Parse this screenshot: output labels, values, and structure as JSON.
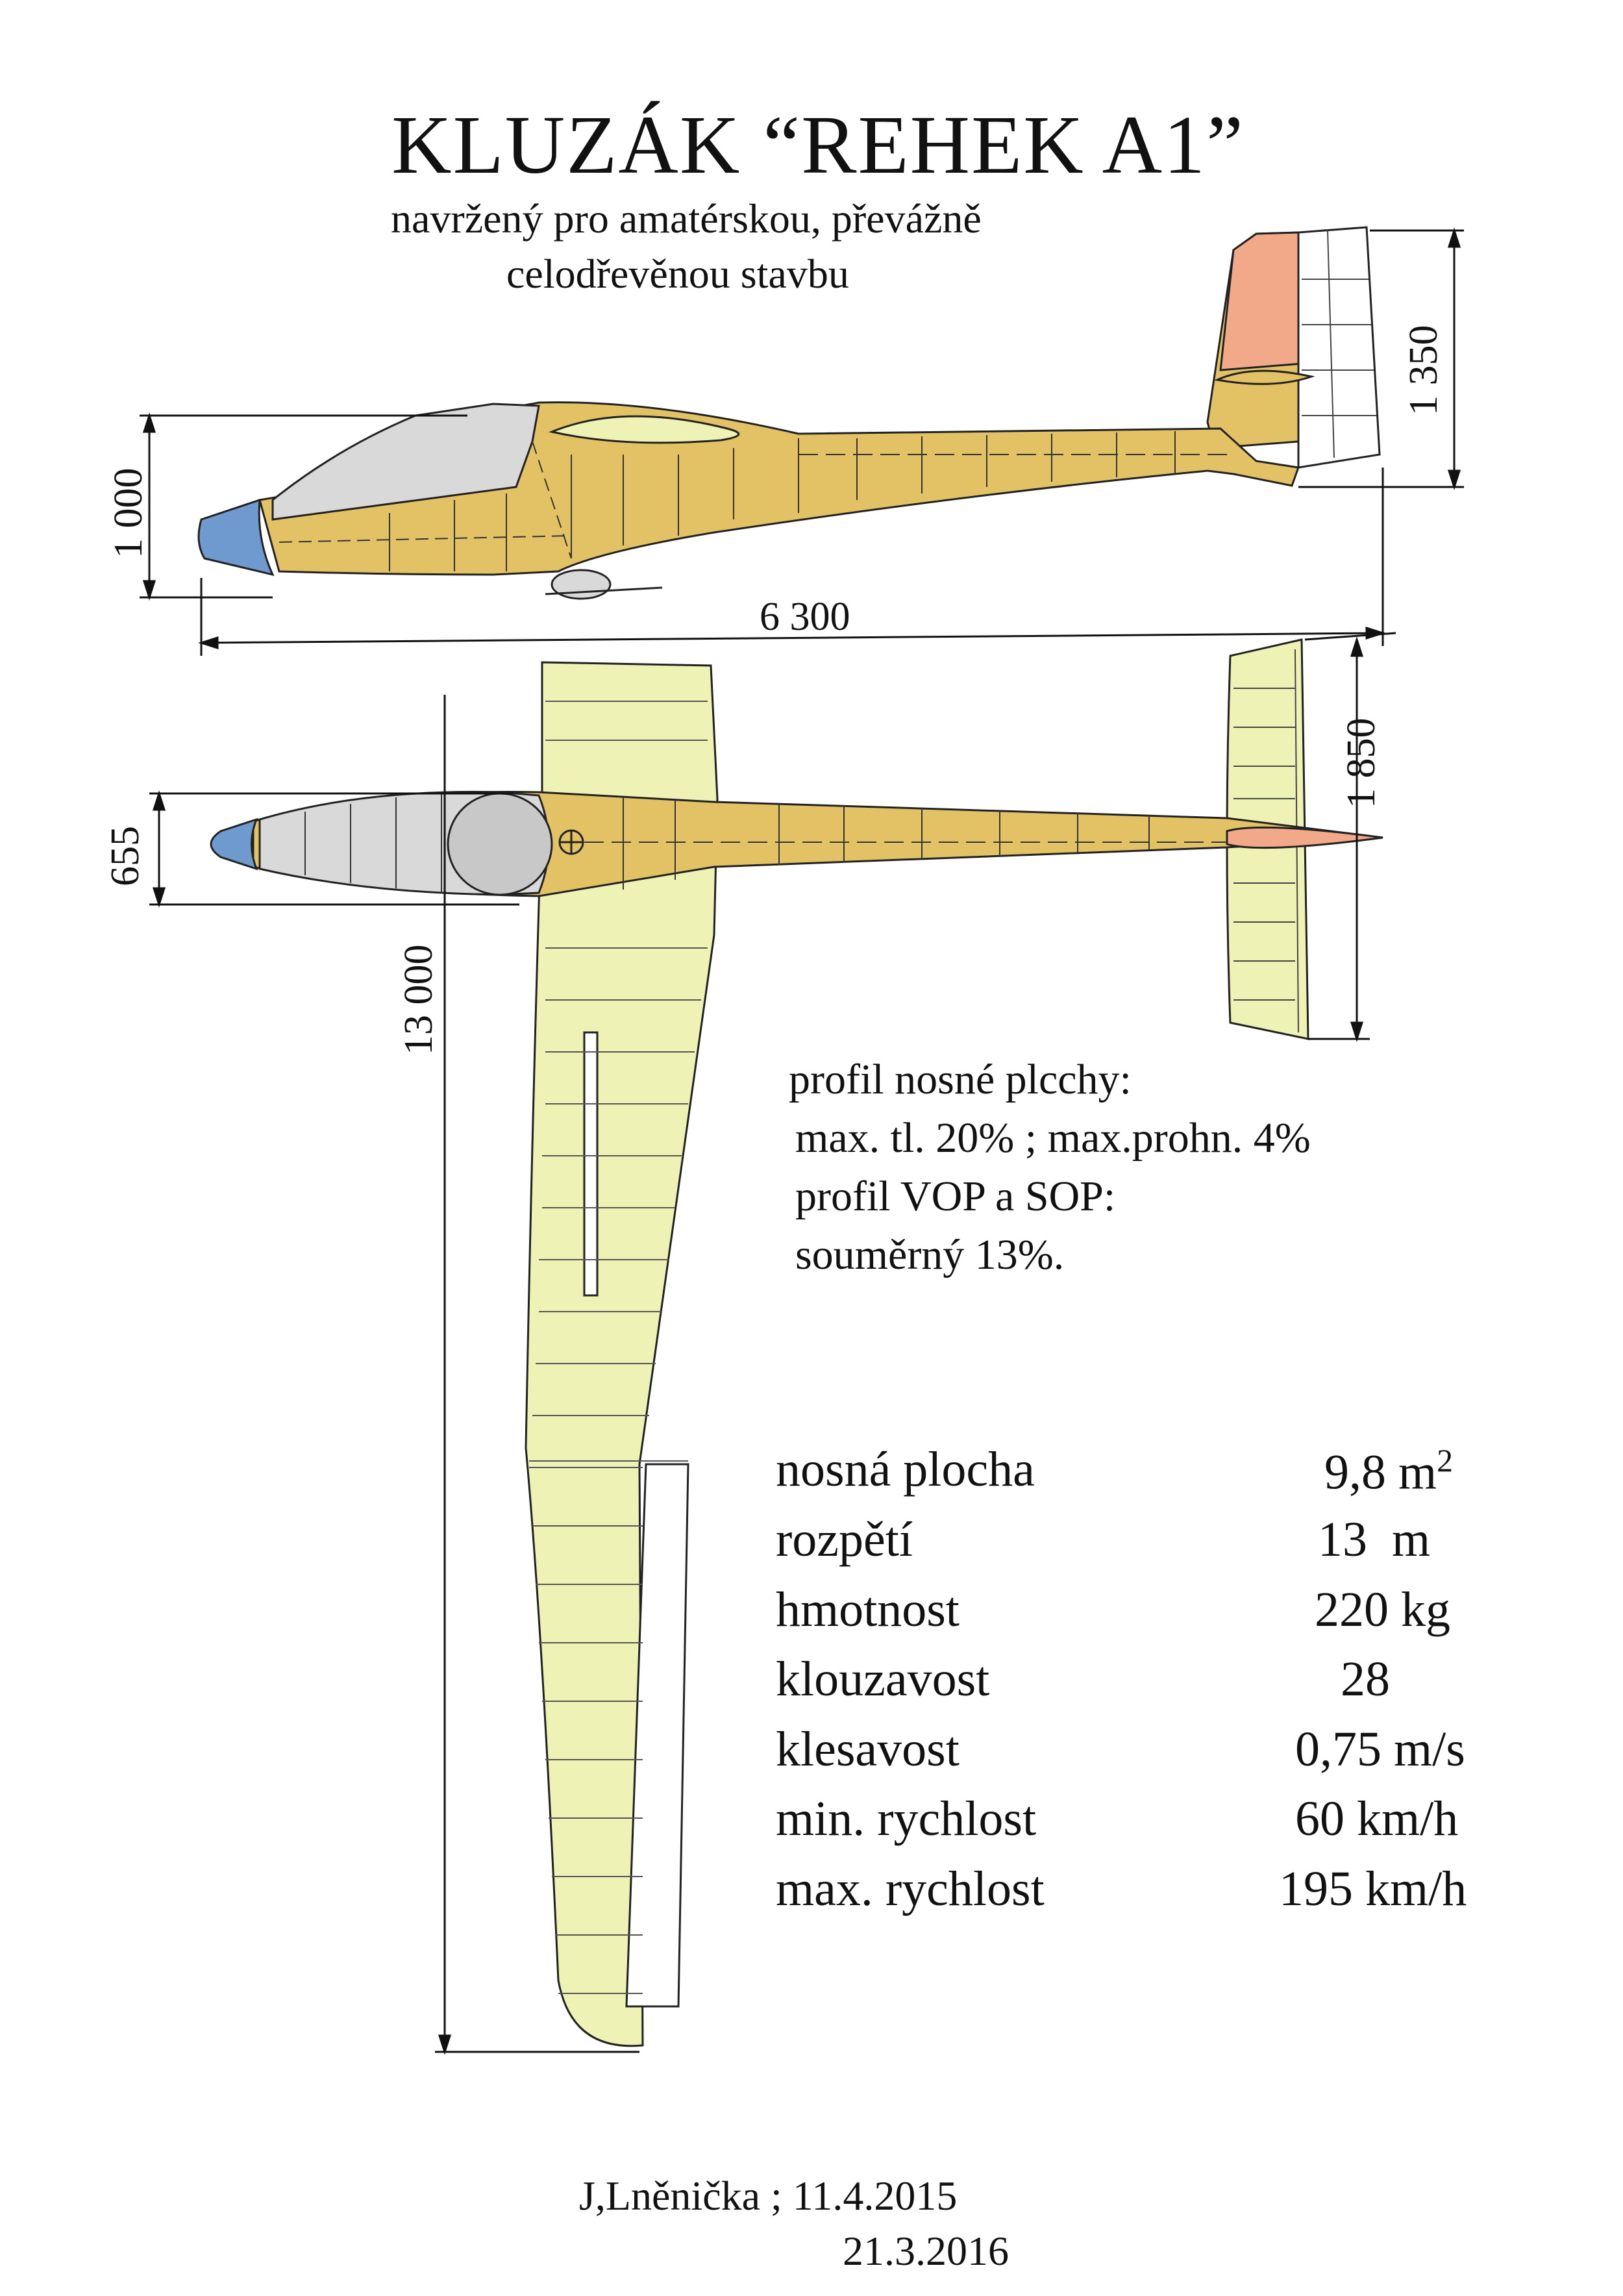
{
  "title": "KLUZÁK  “REHEK A1”",
  "subtitle_line1": "navržený pro amatérskou, převážně",
  "subtitle_line2": "celodřevěnou stavbu",
  "dimensions": {
    "fuselage_length": "6 300",
    "fuselage_height": "1 000",
    "tail_height": "1 350",
    "tailplane_span": "1 850",
    "fuselage_width": "655",
    "wingspan": "13 000"
  },
  "profile_notes": [
    "profil nosné plcchy:",
    "max. tl.   20%  ; max.prohn. 4%",
    "profil VOP a SOP:",
    "souměrný   13%."
  ],
  "specs": [
    {
      "label": "nosná plocha",
      "value": "9,8 m",
      "sup": "2"
    },
    {
      "label": "rozpětí",
      "value": "13  m"
    },
    {
      "label": "hmotnost",
      "value": "220 kg"
    },
    {
      "label": "klouzavost",
      "value": "28"
    },
    {
      "label": "klesavost",
      "value": "0,75 m/s"
    },
    {
      "label": "min. rychlost",
      "value": "60 km/h"
    },
    {
      "label": "max. rychlost",
      "value": "195 km/h"
    }
  ],
  "author_line": "J,Lněnička ; 11.4.2015",
  "date_line2": "21.3.2016",
  "colors": {
    "fuselage": "#e3c266",
    "wing": "#eef3b5",
    "nose": "#6f9ad0",
    "canopy": "#d9d9d9",
    "rudder": "#f2a98a",
    "line": "#222222"
  }
}
